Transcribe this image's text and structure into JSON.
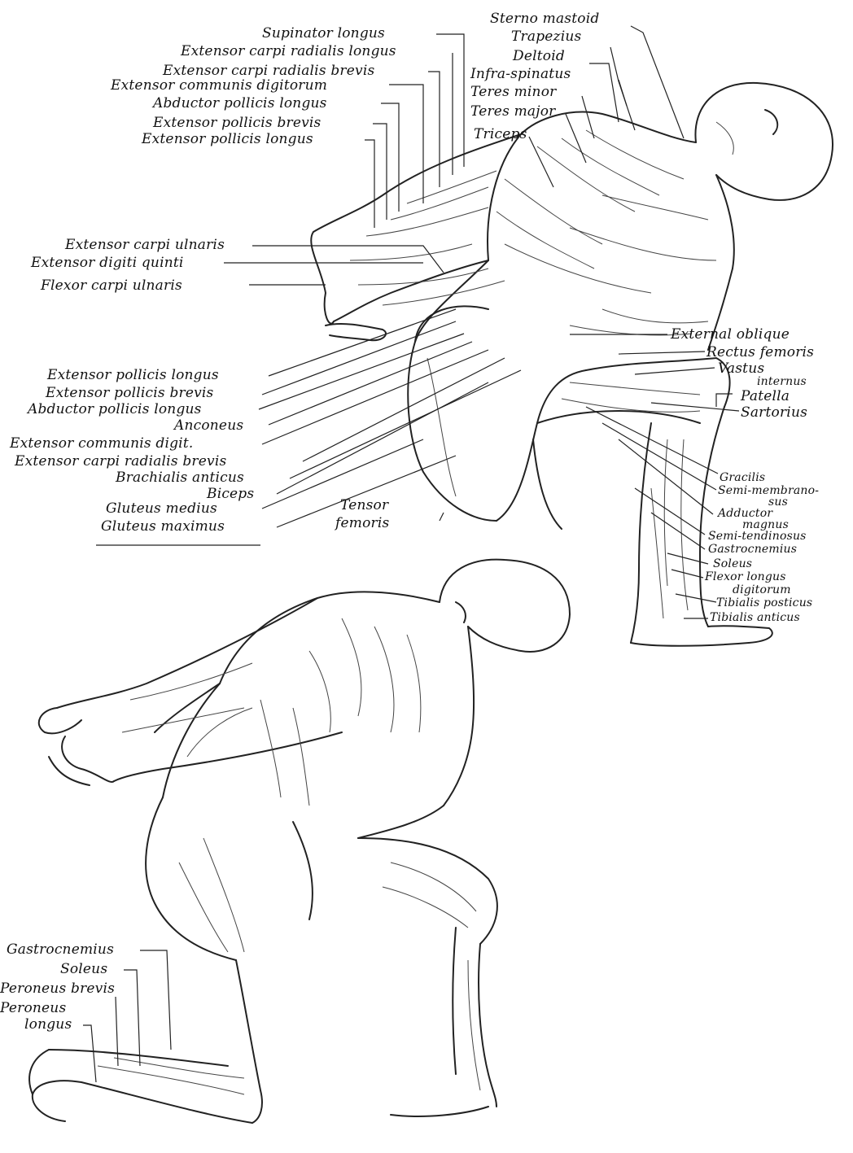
{
  "labels": {
    "upper_right": {
      "sterno_mastoid": "Sterno mastoid",
      "trapezius": "Trapezius",
      "deltoid": "Deltoid",
      "infra_spinatus": "Infra-spinatus",
      "teres_minor": "Teres minor",
      "teres_major": "Teres major",
      "triceps": "Triceps"
    },
    "upper_left": {
      "supinator_longus": "Supinator longus",
      "ext_carpi_rad_longus": "Extensor carpi radialis longus",
      "ext_carpi_rad_brevis": "Extensor carpi radialis brevis",
      "ext_communis_digitorum": "Extensor communis digitorum",
      "abductor_pollicis_longus": "Abductor pollicis longus",
      "ext_pollicis_brevis": "Extensor pollicis brevis",
      "ext_pollicis_longus": "Extensor pollicis longus"
    },
    "mid_left": {
      "ext_carpi_ulnaris": "Extensor carpi ulnaris",
      "ext_digiti_quinti": "Extensor digiti quinti",
      "flexor_carpi_ulnaris": "Flexor carpi ulnaris"
    },
    "lower_left": {
      "ext_pollicis_longus": "Extensor pollicis longus",
      "ext_pollicis_brevis": "Extensor pollicis brevis",
      "abductor_pollicis_longus": "Abductor pollicis longus",
      "anconeus": "Anconeus",
      "ext_communis_digit": "Extensor communis digit.",
      "ext_carpi_rad_brevis": "Extensor carpi radialis brevis",
      "brachialis_anticus": "Brachialis anticus",
      "biceps": "Biceps",
      "gluteus_medius": "Gluteus medius",
      "gluteus_maximus": "Gluteus maximus"
    },
    "tensor": {
      "line1": "Tensor",
      "line2": "femoris"
    },
    "right_leg": {
      "external_oblique": "External oblique",
      "rectus_femoris": "Rectus femoris",
      "vastus": "Vastus",
      "internus": "internus",
      "patella": "Patella",
      "sartorius": "Sartorius",
      "gracilis": "Gracilis",
      "semi_membranosus_1": "Semi-membrano-",
      "semi_membranosus_2": "sus",
      "adductor": "Adductor",
      "magnus": "magnus",
      "semi_tendinosus": "Semi-tendinosus",
      "gastrocnemius": "Gastrocnemius",
      "soleus": "Soleus",
      "flexor_longus": "Flexor longus",
      "digitorum": "digitorum",
      "tibialis_posticus": "Tibialis posticus",
      "tibialis_anticus": "Tibialis anticus"
    },
    "lower_figure": {
      "gastrocnemius": "Gastrocnemius",
      "soleus": "Soleus",
      "peroneus_brevis": "Peroneus brevis",
      "peroneus": "Peroneus",
      "longus": "longus"
    }
  }
}
